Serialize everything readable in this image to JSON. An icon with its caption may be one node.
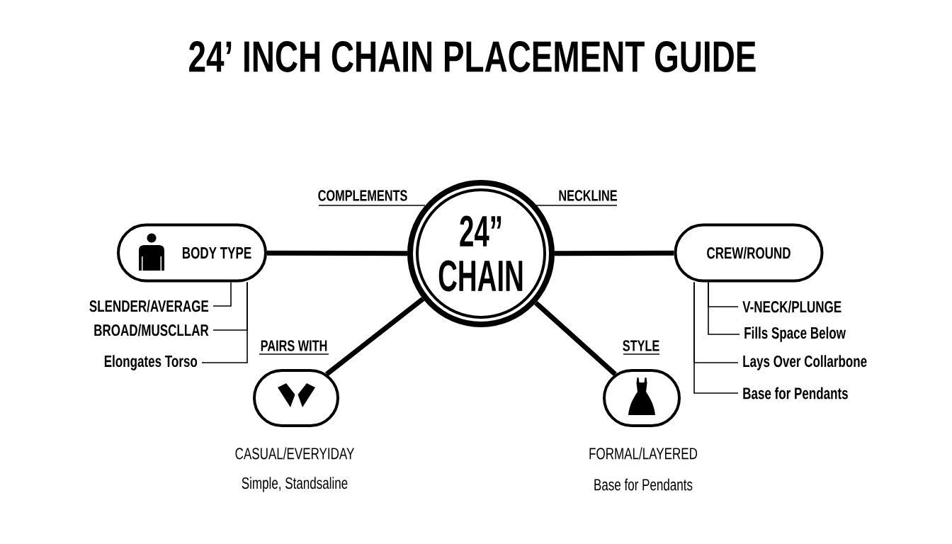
{
  "diagram": {
    "title": "24’ INCH CHAIN PLACEMENT GUIDE",
    "nodes": [
      {
        "text": [
          "24” CHAIN"
        ]
      },
      {
        "text": [
          "BODY TYPE"
        ]
      },
      {
        "text": [
          "CREW/ROUND"
        ]
      },
      {
        "text": [
          "SLENDER/AVERAGE"
        ]
      },
      {
        "text": [
          "V-NECK/PLUNGE"
        ]
      },
      {
        "text": [
          "BROAD/MUSCLLAR"
        ]
      },
      {
        "text": [
          "Fills Space Below"
        ]
      },
      {
        "text": [
          "Elongates Torso"
        ]
      },
      {
        "text": [
          "Lays Over Collarbone"
        ]
      },
      {
        "text": [
          "Base for Pendants"
        ]
      },
      {
        "text": [],
        "shape": "box",
        "beside": [
          "CASUAL/EVERYIDAY",
          "Simple, Standsaline"
        ]
      },
      {
        "text": [],
        "shape": "box",
        "beside": [
          "FORMAL/LAYERED",
          "Base for Pendants"
        ]
      }
    ],
    "edges": [
      {
        "from": 0,
        "to": 1,
        "arrow": "none",
        "label": "COMPLEMENTS",
        "style": "thick"
      },
      {
        "from": 0,
        "to": 2,
        "arrow": "none",
        "label": "NECKLINE",
        "style": "thick"
      },
      {
        "from": 0,
        "to": 10,
        "arrow": "none",
        "label": "PAIRS WITH",
        "style": "thick"
      },
      {
        "from": 0,
        "to": 11,
        "arrow": "none",
        "label": "STYLE",
        "style": "thick"
      },
      {
        "from": 1,
        "to": 3,
        "arrow": "none"
      },
      {
        "from": 1,
        "to": 5,
        "arrow": "none"
      },
      {
        "from": 1,
        "to": 7,
        "arrow": "none"
      },
      {
        "from": 2,
        "to": 4,
        "arrow": "none"
      },
      {
        "from": 2,
        "to": 6,
        "arrow": "none"
      },
      {
        "from": 2,
        "to": 8,
        "arrow": "none"
      },
      {
        "from": 2,
        "to": 9,
        "arrow": "none"
      }
    ]
  }
}
